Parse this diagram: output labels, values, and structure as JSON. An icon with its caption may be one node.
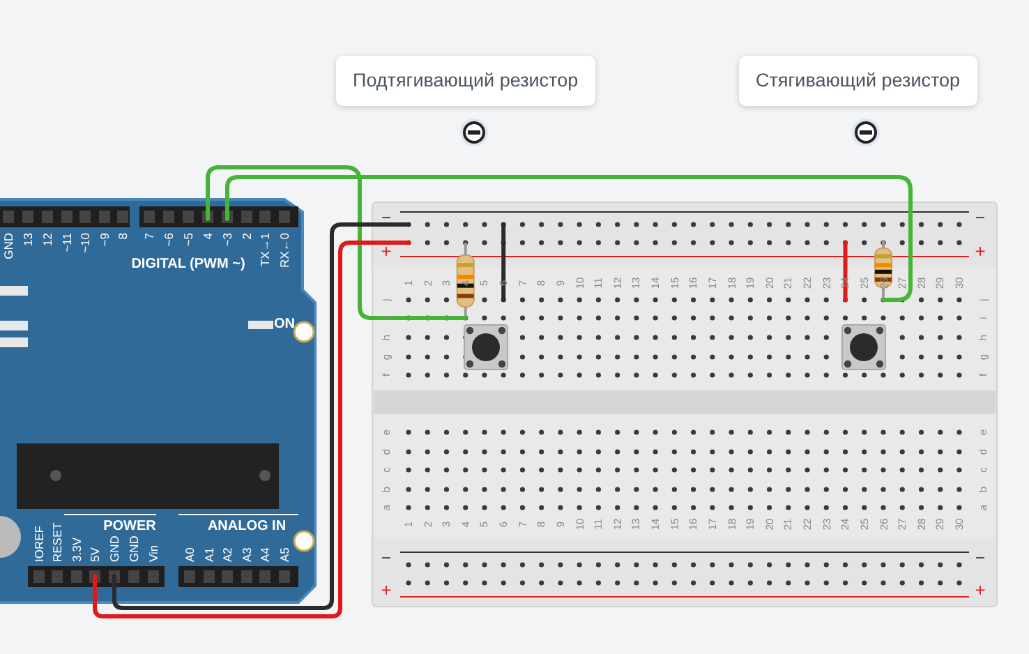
{
  "diagram": {
    "nodes": [
      {
        "text": [
          "Подтягивающий резистор"
        ]
      },
      {
        "text": [
          "Стягивающий резистор"
        ]
      }
    ],
    "labels": [
      "GND",
      "13",
      "12",
      "~11",
      "~10",
      "~9",
      "8",
      "7",
      "~6",
      "~5",
      "4",
      "~3",
      "2",
      "TX→1",
      "RX←0",
      "DIGITAL (PWM ~)",
      "ON",
      "POWER",
      "ANALOG IN",
      "IOREF",
      "RESET",
      "3.3V",
      "5V",
      "GND",
      "GND",
      "Vin",
      "A0",
      "A1",
      "A2",
      "A3",
      "A4",
      "A5",
      "−",
      "−",
      "+",
      "+",
      "1",
      "2",
      "3",
      "4",
      "5",
      "6",
      "7",
      "8",
      "9",
      "10",
      "11",
      "12",
      "13",
      "14",
      "15",
      "16",
      "17",
      "18",
      "19",
      "20",
      "21",
      "22",
      "23",
      "24",
      "25",
      "26",
      "27",
      "28",
      "29",
      "30",
      "j",
      "j",
      "i",
      "i",
      "h",
      "h",
      "g",
      "g",
      "f",
      "f",
      "e",
      "e",
      "d",
      "d",
      "c",
      "c",
      "b",
      "b",
      "a",
      "a",
      "1",
      "2",
      "3",
      "4",
      "5",
      "6",
      "7",
      "8",
      "9",
      "10",
      "11",
      "12",
      "13",
      "14",
      "15",
      "16",
      "17",
      "18",
      "19",
      "20",
      "21",
      "22",
      "23",
      "24",
      "25",
      "26",
      "27",
      "28",
      "29",
      "30",
      "−",
      "−",
      "+",
      "+"
    ]
  }
}
